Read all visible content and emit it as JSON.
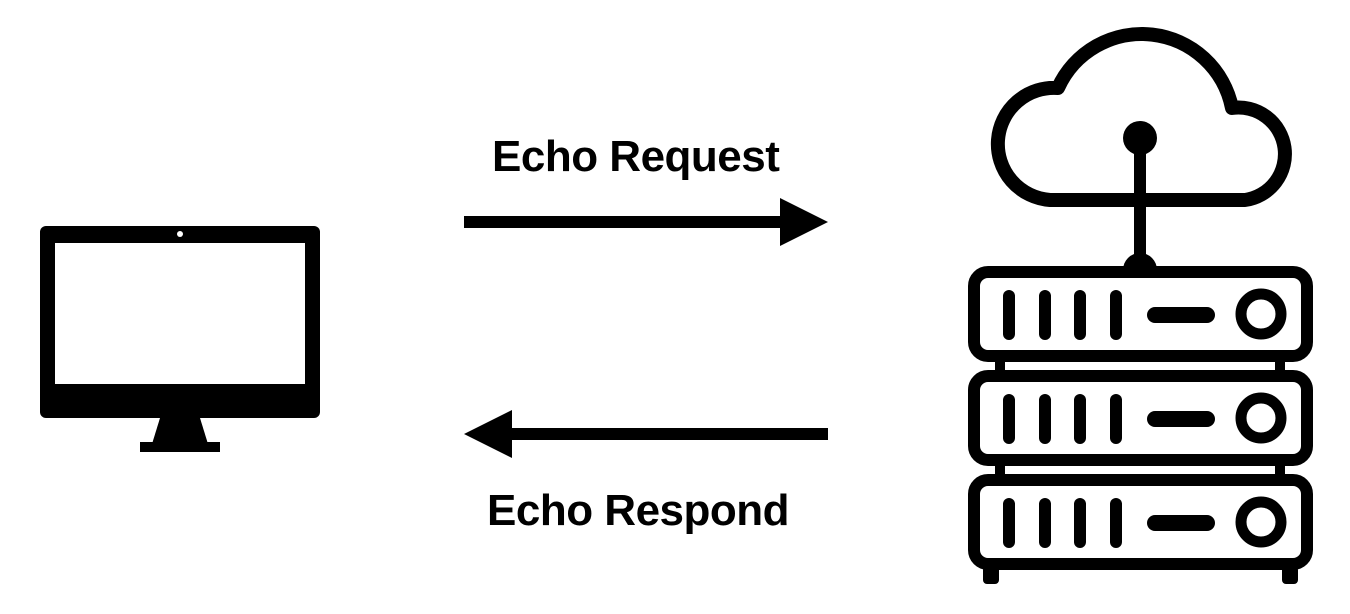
{
  "diagram": {
    "request_label": "Echo Request",
    "respond_label": "Echo Respond",
    "colors": {
      "ink": "#000000",
      "background": "#ffffff"
    },
    "nodes": [
      {
        "id": "client",
        "icon": "computer-monitor-icon"
      },
      {
        "id": "server",
        "icon": "cloud-server-icon"
      }
    ],
    "edges": [
      {
        "from": "client",
        "to": "server",
        "label_key": "request_label"
      },
      {
        "from": "server",
        "to": "client",
        "label_key": "respond_label"
      }
    ]
  }
}
